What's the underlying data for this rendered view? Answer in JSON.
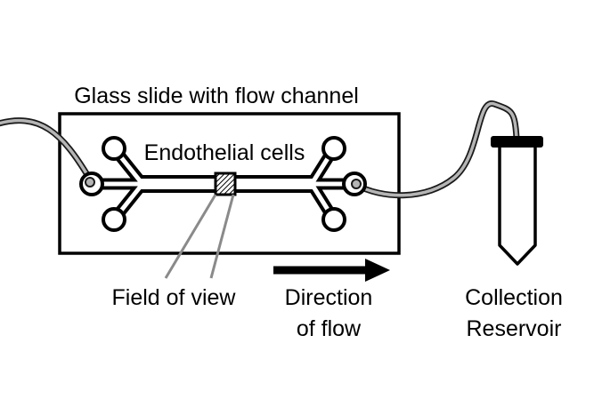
{
  "labels": {
    "slide_title": "Glass slide with flow channel",
    "cells": "Endothelial cells",
    "field_of_view": "Field of view",
    "direction_line1": "Direction",
    "direction_line2": "of flow",
    "collection_line1": "Collection",
    "collection_line2": "Reservoir"
  },
  "colors": {
    "outline": "#000000",
    "tubing_outer": "#1a1a1a",
    "tubing_inner": "#b5b5b5",
    "leader_line": "#8a8a8a",
    "background": "#ffffff"
  }
}
